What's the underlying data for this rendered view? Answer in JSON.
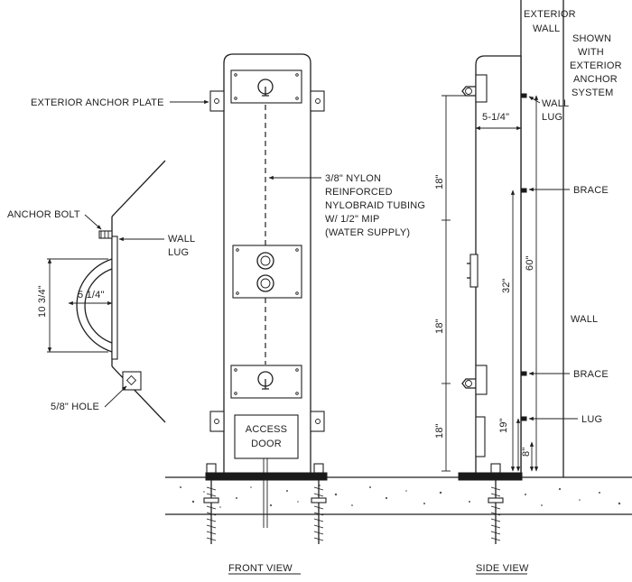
{
  "labels": {
    "exterior_anchor_plate": "EXTERIOR ANCHOR PLATE",
    "anchor_bolt": "ANCHOR BOLT",
    "wall_lug_left_1": "WALL",
    "wall_lug_left_2": "LUG",
    "hole": "5/8\" HOLE",
    "dim_10_3_4": "10 3/4\"",
    "dim_5_1_4_left": "5 1/4\"",
    "tubing_1": "3/8\" NYLON",
    "tubing_2": "REINFORCED",
    "tubing_3": "NYLOBRAID TUBING",
    "tubing_4": "W/ 1/2\" MIP",
    "tubing_5": "(WATER SUPPLY)",
    "access_1": "ACCESS",
    "access_2": "DOOR",
    "exterior_wall_1": "EXTERIOR",
    "exterior_wall_2": "WALL",
    "shown_1": "SHOWN",
    "shown_2": "WITH",
    "shown_3": "EXTERIOR",
    "shown_4": "ANCHOR",
    "shown_5": "SYSTEM",
    "wall_lug_right_1": "WALL",
    "wall_lug_right_2": "LUG",
    "dim_5_1_4_right": "5-1/4\"",
    "brace_top": "BRACE",
    "wall": "WALL",
    "brace_bottom": "BRACE",
    "lug": "LUG",
    "dim_18_a": "18\"",
    "dim_18_b": "18\"",
    "dim_18_c": "18\"",
    "dim_32": "32\"",
    "dim_60": "60\"",
    "dim_19": "19\"",
    "dim_8": "8\"",
    "front_view": "FRONT VIEW",
    "side_view": "SIDE VIEW"
  }
}
